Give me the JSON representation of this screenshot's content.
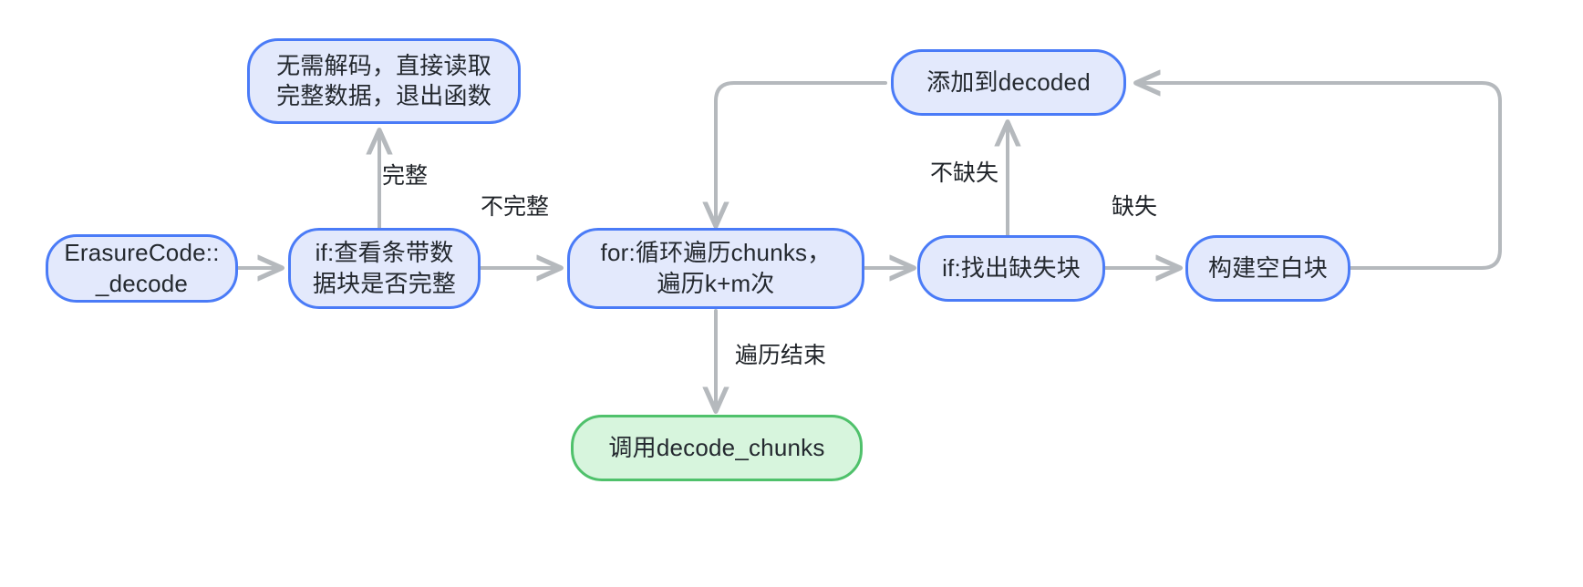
{
  "diagram": {
    "title": "ErasureCode decode flowchart",
    "colors": {
      "node_border_blue": "#4a7bf7",
      "node_fill_blue": "#e3e9fc",
      "node_border_green": "#4fc16b",
      "node_fill_green": "#d7f5dd",
      "edge_stroke": "#b5b9bd",
      "text": "#24292f",
      "background": "#ffffff"
    },
    "nodes": [
      {
        "id": "start",
        "label": "ErasureCode::\n_decode",
        "type": "blue"
      },
      {
        "id": "check_full",
        "label": "if:查看条带数\n据块是否完整",
        "type": "blue"
      },
      {
        "id": "no_decode",
        "label": "无需解码，直接读取\n完整数据，退出函数",
        "type": "blue"
      },
      {
        "id": "for_loop",
        "label": "for:循环遍历chunks，\n遍历k+m次",
        "type": "blue"
      },
      {
        "id": "find_missing",
        "label": "if:找出缺失块",
        "type": "blue"
      },
      {
        "id": "build_blank",
        "label": "构建空白块",
        "type": "blue"
      },
      {
        "id": "add_decoded",
        "label": "添加到decoded",
        "type": "blue"
      },
      {
        "id": "decode_call",
        "label": "调用decode_chunks",
        "type": "green"
      }
    ],
    "edge_labels": [
      {
        "id": "full",
        "label": "完整"
      },
      {
        "id": "not_full",
        "label": "不完整"
      },
      {
        "id": "loop_end",
        "label": "遍历结束"
      },
      {
        "id": "not_missing",
        "label": "不缺失"
      },
      {
        "id": "missing",
        "label": "缺失"
      }
    ]
  }
}
